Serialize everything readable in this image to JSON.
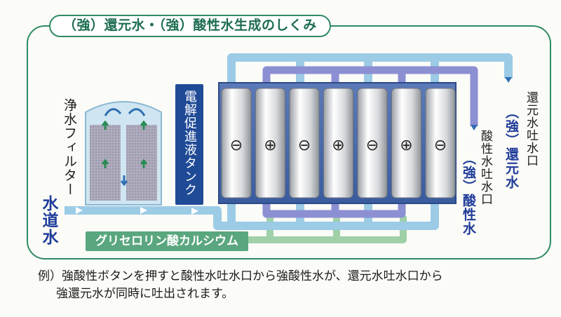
{
  "title": "（強）還元水・（強）酸性水生成のしくみ",
  "labels": {
    "filter": "浄水フィルター",
    "tap_water": "水道水",
    "electrolyte": "電解促進液タンク",
    "glycerol": "グリセロリン酸カルシウム",
    "acid_outlet": "酸性水吐水口",
    "acid_water": "（強）酸性水",
    "reduced_outlet": "還元水吐水口",
    "reduced_water": "（強）還元水"
  },
  "cells": [
    "⊖",
    "⊕",
    "⊖",
    "⊕",
    "⊖",
    "⊕",
    "⊖"
  ],
  "note": {
    "line1": "例）強酸性ボタンを押すと酸性水吐水口から強酸性水が、還元水吐水口から",
    "line2": "強還元水が同時に吐出されます。"
  },
  "colors": {
    "frame": "#2f8a66",
    "tap_pipe": "#9ccbe6",
    "acid_pipe": "#8d8fd3",
    "glycerol_pipe": "#9fd0a8",
    "electrolyte_box": "#1f4a96",
    "glycerol_box": "#5aa67e",
    "accent_text": "#1f3c9a"
  }
}
